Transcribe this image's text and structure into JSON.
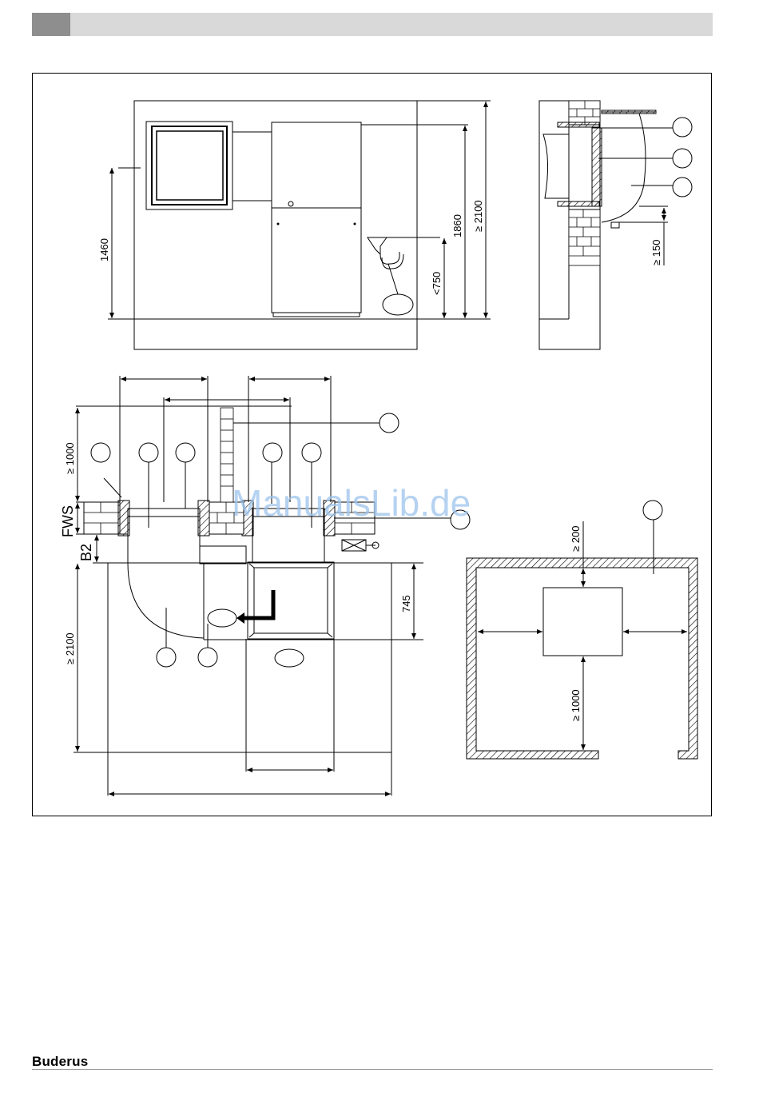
{
  "header": {
    "dark_color": "#8e8e8e",
    "light_color": "#d9d9d9"
  },
  "watermark": "ManualsLib.de",
  "brand": "Buderus",
  "dimensions": {
    "front_height_left": "1460",
    "front_height_1860": "1860",
    "front_height_2100": "≥ 2100",
    "front_drain": "<750",
    "side_clearance": "≥ 150",
    "plan_top": "≥ 1000",
    "plan_fws": "FWS",
    "plan_b2": "B2",
    "plan_745": "745",
    "plan_left_2100": "≥ 2100",
    "room_top": "≥ 200",
    "room_bottom": "≥ 1000"
  }
}
